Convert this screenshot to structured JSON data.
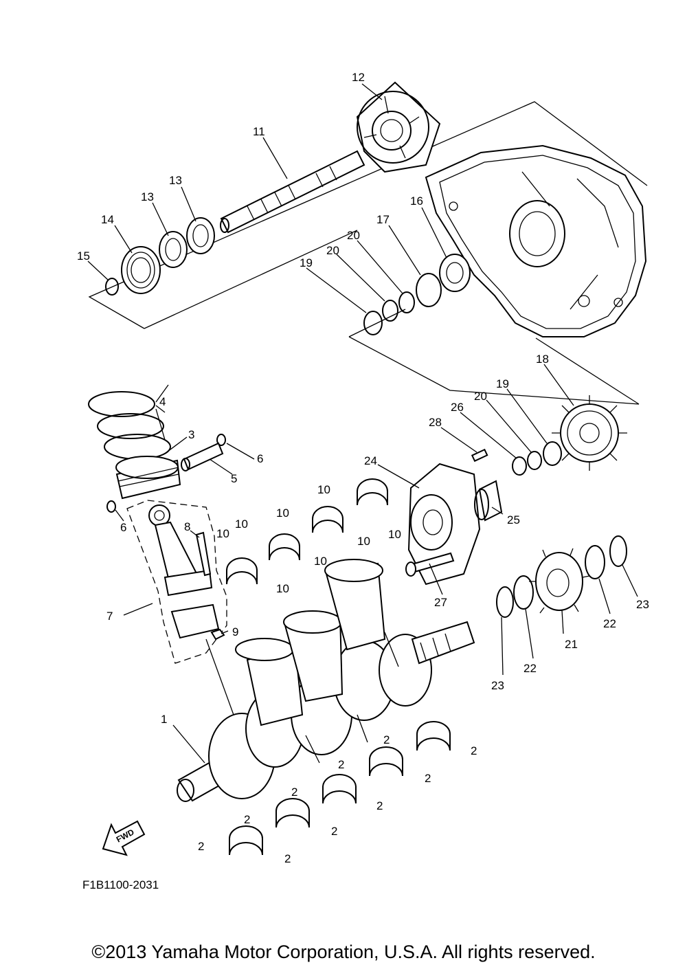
{
  "diagram": {
    "code": "F1B1100-2031",
    "fwd_label": "FWD",
    "callouts": [
      "1",
      "2",
      "3",
      "4",
      "5",
      "6",
      "7",
      "8",
      "9",
      "10",
      "11",
      "12",
      "13",
      "14",
      "15",
      "16",
      "17",
      "18",
      "19",
      "20",
      "21",
      "22",
      "23",
      "24",
      "25",
      "26",
      "27",
      "28"
    ]
  },
  "footer": {
    "copyright": "©2013 Yamaha Motor Corporation, U.S.A. All rights reserved."
  }
}
